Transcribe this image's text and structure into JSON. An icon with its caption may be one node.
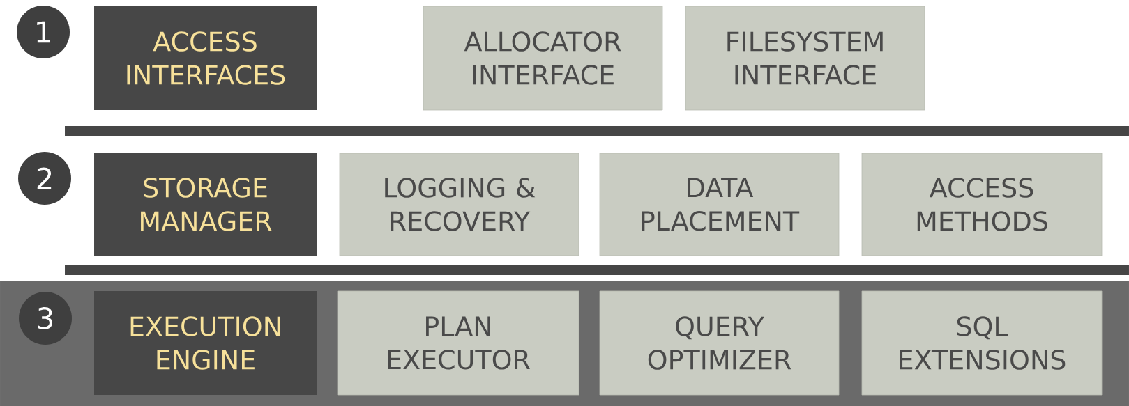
{
  "diagram": {
    "nodes": [
      {
        "text": [
          "1"
        ]
      },
      {
        "text": [
          "ACCESS INTERFACES"
        ]
      },
      {
        "text": [
          "ALLOCATOR INTERFACE"
        ]
      },
      {
        "text": [
          "FILESYSTEM INTERFACE"
        ]
      },
      {
        "text": [],
        "shape": "bar"
      },
      {
        "text": [
          "2"
        ]
      },
      {
        "text": [
          "STORAGE MANAGER"
        ]
      },
      {
        "text": [
          "LOGGING & RECOVERY"
        ]
      },
      {
        "text": [
          "DATA PLACEMENT"
        ]
      },
      {
        "text": [
          "ACCESS METHODS"
        ]
      },
      {
        "text": [],
        "shape": "bar"
      },
      {
        "text": [
          "3"
        ]
      },
      {
        "text": [
          "EXECUTION ENGINE"
        ]
      },
      {
        "text": [
          "PLAN EXECUTOR"
        ]
      },
      {
        "text": [
          "QUERY OPTIMIZER"
        ]
      },
      {
        "text": [
          "SQL EXTENSIONS"
        ]
      }
    ]
  }
}
